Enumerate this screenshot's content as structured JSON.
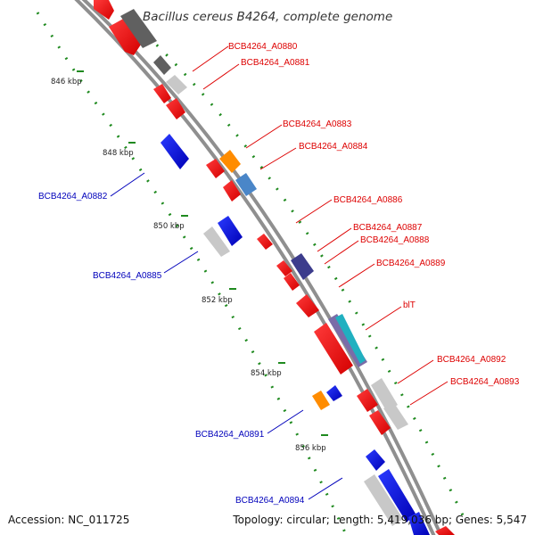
{
  "title": "Bacillus cereus B4264, complete genome",
  "accession_text": "Accession: NC_011725",
  "topology_text": "Topology: circular; Length: 5,419,036 bp; Genes: 5,547",
  "kbp_ticks": [
    "846 kbp",
    "848 kbp",
    "850 kbp",
    "852 kbp",
    "854 kbp",
    "856 kbp"
  ],
  "gene_labels": {
    "a0880": "BCB4264_A0880",
    "a0881": "BCB4264_A0881",
    "a0883": "BCB4264_A0883",
    "a0884": "BCB4264_A0884",
    "a0886": "BCB4264_A0886",
    "a0887": "BCB4264_A0887",
    "a0888": "BCB4264_A0888",
    "a0889": "BCB4264_A0889",
    "blt": "blT",
    "a0892": "BCB4264_A0892",
    "a0893": "BCB4264_A0893",
    "a0882": "BCB4264_A0882",
    "a0885": "BCB4264_A0885",
    "a0891": "BCB4264_A0891",
    "a0894": "BCB4264_A0894"
  },
  "colors": {
    "forward_gene": "#ff0000",
    "reverse_gene": "#0000dd",
    "backbone": "#8a8a8a",
    "dots": "#228b22",
    "label_red": "#dd0000",
    "label_blue": "#0000bb"
  }
}
